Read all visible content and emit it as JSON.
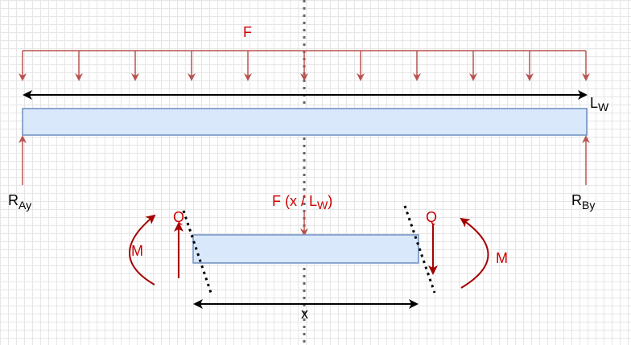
{
  "diagram": {
    "load_label": "F",
    "length_label": "L",
    "length_subscript": "W",
    "reaction_a_label": "R",
    "reaction_a_subscript": "Ay",
    "reaction_b_label": "R",
    "reaction_b_subscript": "By",
    "section_load_label_pre": "F (x / L",
    "section_load_subscript": "W",
    "section_load_label_post": ")",
    "shear_left_label": "Q",
    "shear_right_label": "Q",
    "moment_left_label": "M",
    "moment_right_label": "M",
    "section_length_label": "x"
  },
  "colors": {
    "load": "#b85450",
    "label_red": "#cc0000",
    "beam_fill": "#dae8fc",
    "beam_stroke": "#6c8ebf",
    "arrows": "#000000",
    "shear_moment": "#990000"
  }
}
